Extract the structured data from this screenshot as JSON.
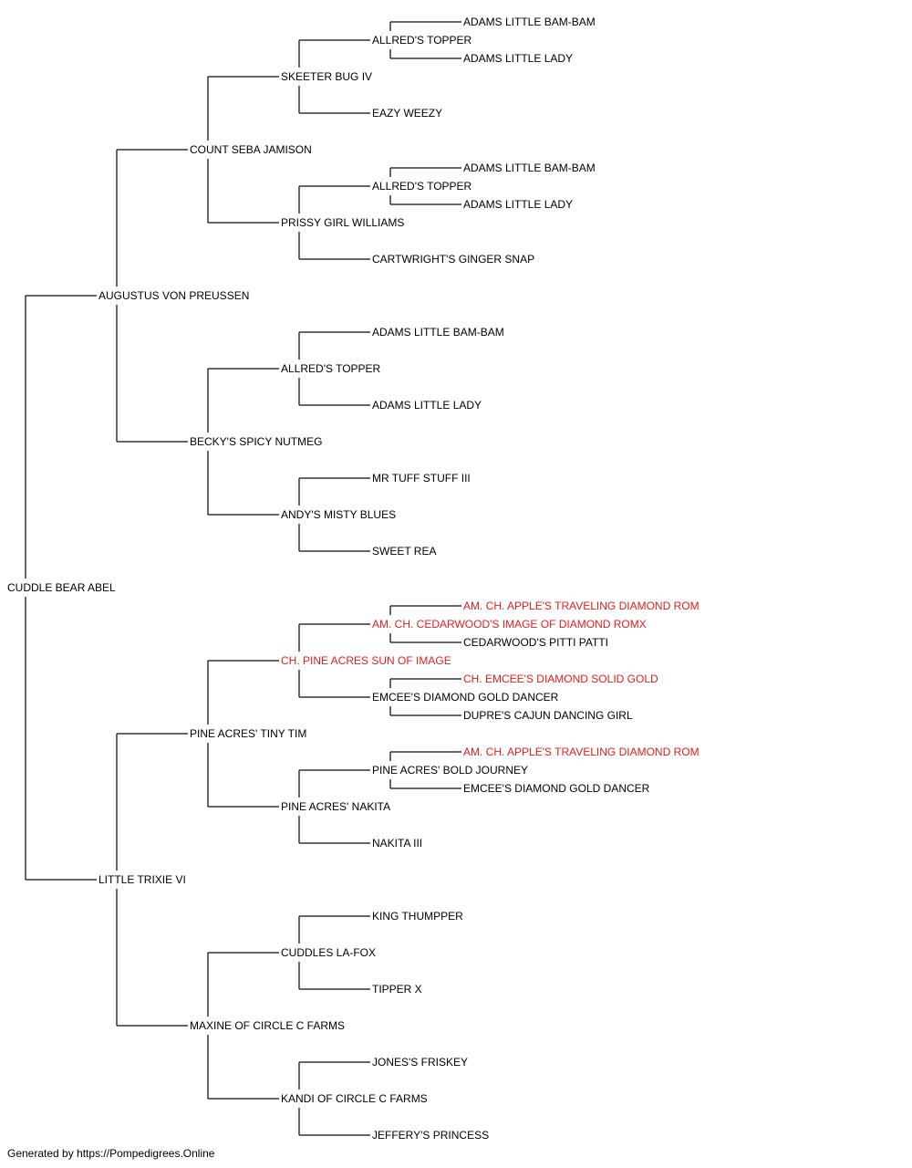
{
  "colors": {
    "normal": "#000000",
    "champion": "#e0201e",
    "line": "#333333"
  },
  "footer": {
    "text": "Generated by https://Pompedigrees.Online"
  },
  "pedigree": {
    "name": "CUDDLE BEAR ABEL",
    "sire": {
      "name": "AUGUSTUS VON PREUSSEN",
      "sire": {
        "name": "COUNT SEBA JAMISON",
        "sire": {
          "name": "SKEETER BUG IV",
          "sire": {
            "name": "ALLRED'S TOPPER",
            "sire": {
              "name": "ADAMS LITTLE BAM-BAM"
            },
            "dam": {
              "name": "ADAMS LITTLE LADY"
            }
          },
          "dam": {
            "name": "EAZY WEEZY"
          }
        },
        "dam": {
          "name": "PRISSY GIRL WILLIAMS",
          "sire": {
            "name": "ALLRED'S TOPPER",
            "sire": {
              "name": "ADAMS LITTLE BAM-BAM"
            },
            "dam": {
              "name": "ADAMS LITTLE LADY"
            }
          },
          "dam": {
            "name": "CARTWRIGHT'S GINGER SNAP"
          }
        }
      },
      "dam": {
        "name": "BECKY'S SPICY NUTMEG",
        "sire": {
          "name": "ALLRED'S TOPPER",
          "sire": {
            "name": "ADAMS LITTLE BAM-BAM"
          },
          "dam": {
            "name": "ADAMS LITTLE LADY"
          }
        },
        "dam": {
          "name": "ANDY'S MISTY BLUES",
          "sire": {
            "name": "MR TUFF STUFF III"
          },
          "dam": {
            "name": "SWEET REA"
          }
        }
      }
    },
    "dam": {
      "name": "LITTLE TRIXIE VI",
      "sire": {
        "name": "PINE ACRES' TINY TIM",
        "sire": {
          "name": "CH. PINE ACRES SUN OF IMAGE",
          "champion": true,
          "sire": {
            "name": "AM. CH. CEDARWOOD'S IMAGE OF DIAMOND ROMX",
            "champion": true,
            "sire": {
              "name": "AM. CH. APPLE'S TRAVELING DIAMOND ROM",
              "champion": true
            },
            "dam": {
              "name": "CEDARWOOD'S PITTI PATTI"
            }
          },
          "dam": {
            "name": "EMCEE'S DIAMOND GOLD DANCER",
            "sire": {
              "name": "CH. EMCEE'S DIAMOND SOLID GOLD",
              "champion": true
            },
            "dam": {
              "name": "DUPRE'S CAJUN DANCING GIRL"
            }
          }
        },
        "dam": {
          "name": "PINE ACRES' NAKITA",
          "sire": {
            "name": "PINE ACRES' BOLD JOURNEY",
            "sire": {
              "name": "AM. CH. APPLE'S TRAVELING DIAMOND ROM",
              "champion": true
            },
            "dam": {
              "name": "EMCEE'S DIAMOND GOLD DANCER"
            }
          },
          "dam": {
            "name": "NAKITA III"
          }
        }
      },
      "dam": {
        "name": "MAXINE OF CIRCLE C FARMS",
        "sire": {
          "name": "CUDDLES LA-FOX",
          "sire": {
            "name": "KING THUMPPER"
          },
          "dam": {
            "name": "TIPPER X"
          }
        },
        "dam": {
          "name": "KANDI OF CIRCLE C FARMS",
          "sire": {
            "name": "JONES'S FRISKEY"
          },
          "dam": {
            "name": "JEFFERY'S PRINCESS"
          }
        }
      }
    }
  }
}
